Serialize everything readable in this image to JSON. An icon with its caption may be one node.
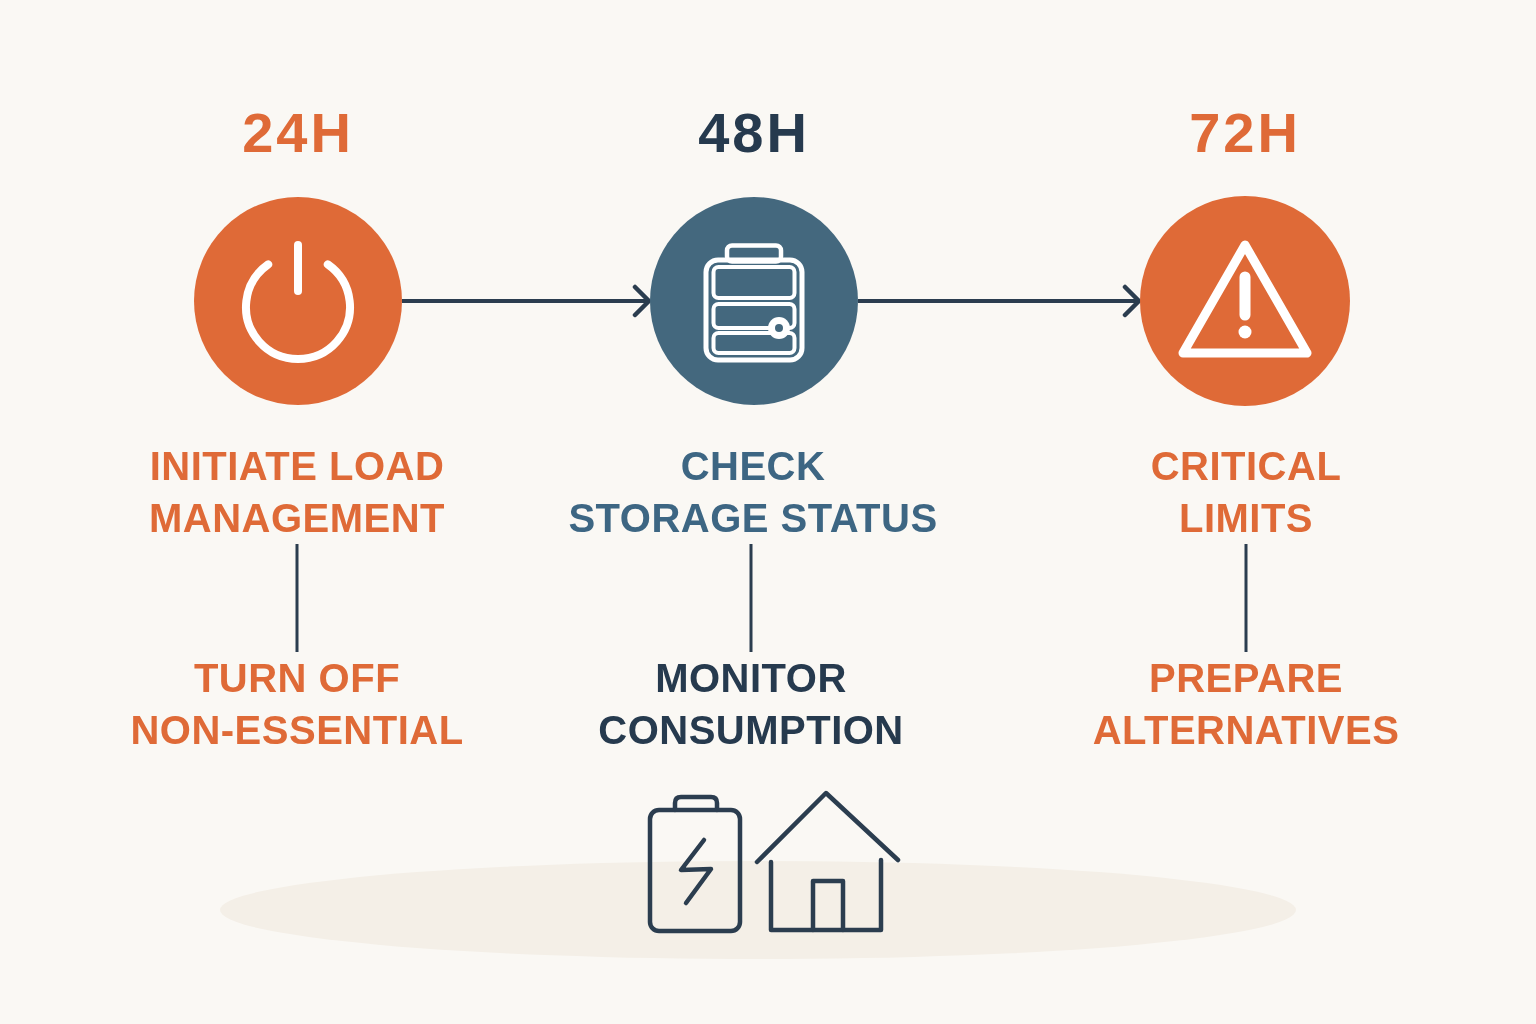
{
  "diagram": {
    "nodes": [
      {
        "text": [],
        "shape": "circle",
        "beside": [
          "24H"
        ]
      },
      {
        "text": [
          "INITIATE LOAD MANAGEMENT"
        ]
      },
      {
        "text": [
          "TURN OFF NON-ESSENTIAL"
        ]
      },
      {
        "text": [],
        "shape": "circle",
        "beside": [
          "48H"
        ]
      },
      {
        "text": [
          "CHECK STORAGE STATUS"
        ]
      },
      {
        "text": [
          "MONITOR CONSUMPTION"
        ]
      },
      {
        "text": [],
        "shape": "circle",
        "beside": [
          "72H"
        ]
      },
      {
        "text": [
          "CRITICAL LIMITS"
        ]
      },
      {
        "text": [
          "PREPARE ALTERNATIVES"
        ]
      }
    ],
    "edges": [
      {
        "from": 0,
        "to": 3,
        "arrow": "to"
      },
      {
        "from": 3,
        "to": 6,
        "arrow": "to"
      },
      {
        "from": 1,
        "to": 2,
        "arrow": "none"
      },
      {
        "from": 4,
        "to": 5,
        "arrow": "none"
      },
      {
        "from": 7,
        "to": 8,
        "arrow": "none"
      }
    ]
  }
}
